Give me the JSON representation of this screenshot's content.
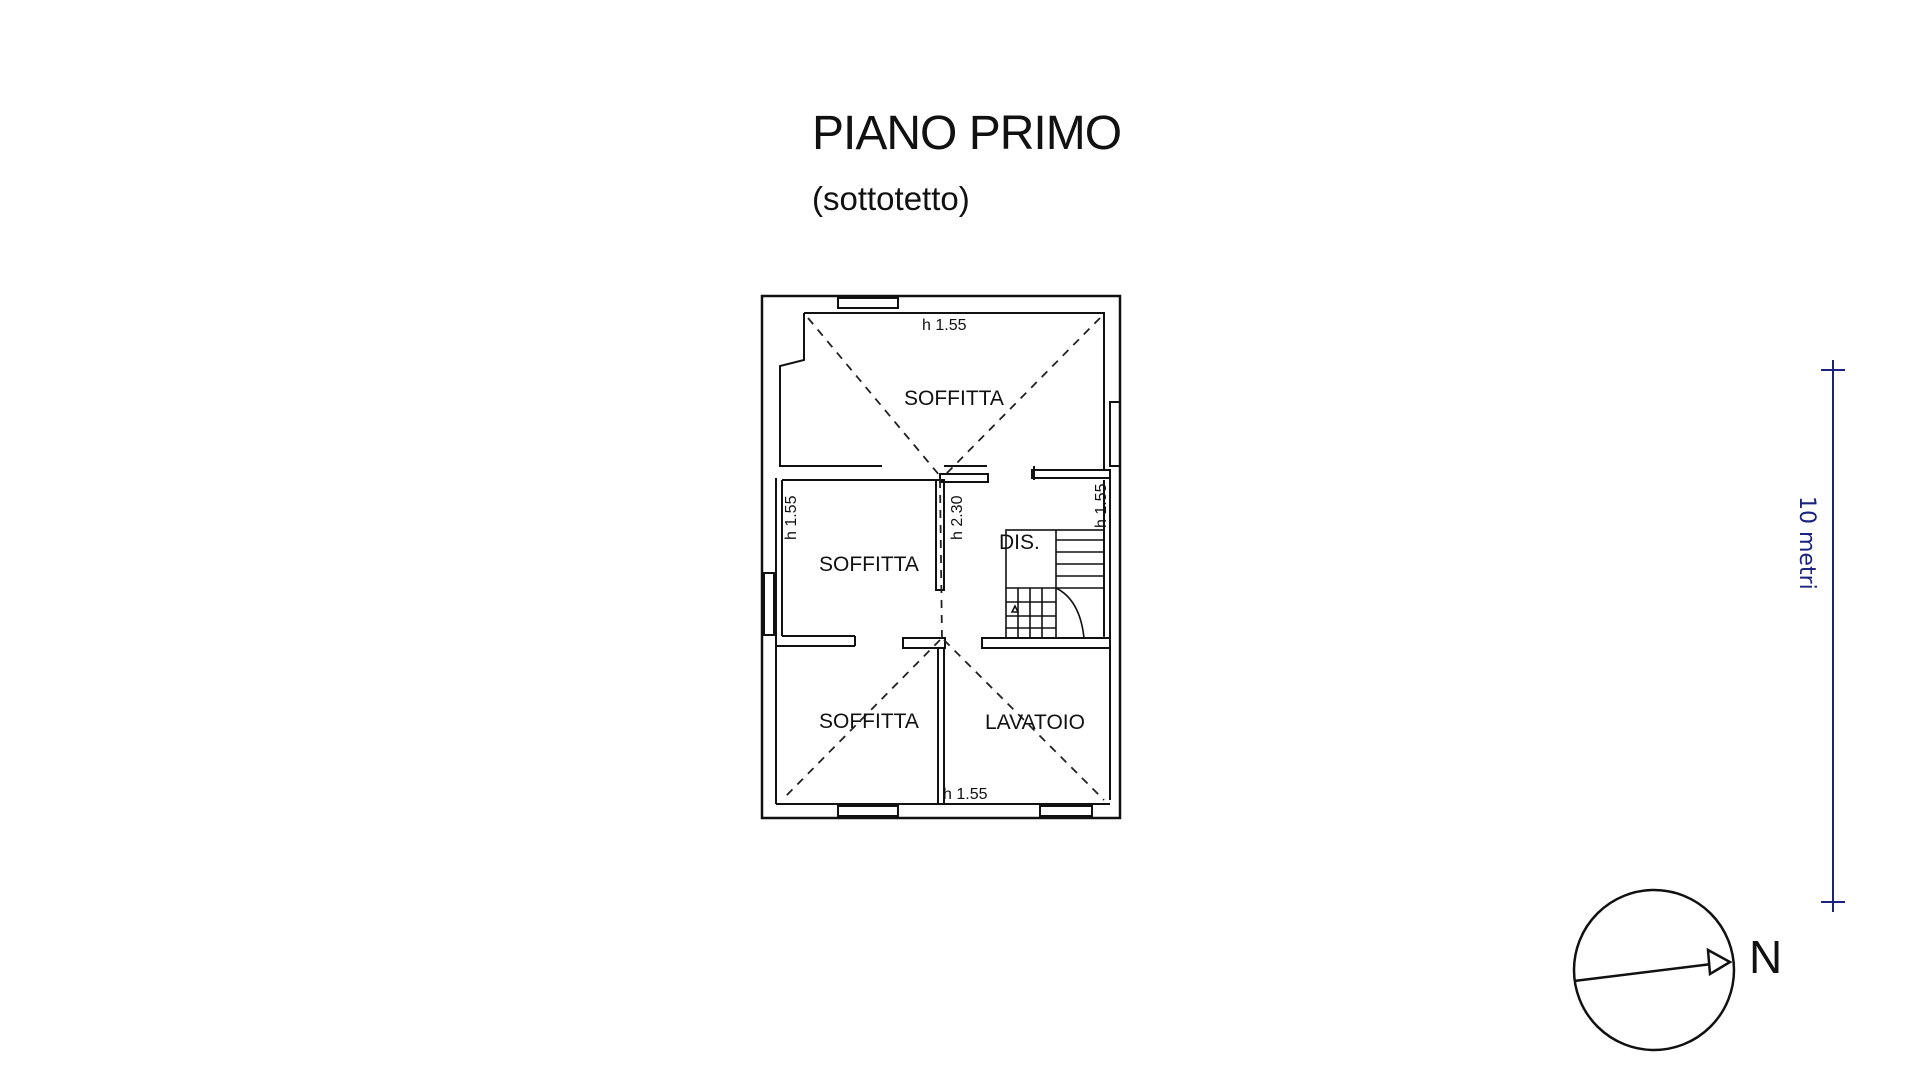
{
  "title": "PIANO PRIMO",
  "subtitle": "(sottotetto)",
  "rooms": {
    "soffitta_top": "SOFFITTA",
    "soffitta_left": "SOFFITTA",
    "soffitta_bottom": "SOFFITTA",
    "dis": "DIS.",
    "lavatoio": "LAVATOIO"
  },
  "heights": {
    "top": "h 1.55",
    "left": "h 1.55",
    "corridor": "h 2.30",
    "right": "h 1.55",
    "bottom": "h 1.55"
  },
  "scale_bar": {
    "label": "10 metri",
    "color": "#1a237e"
  },
  "north_arrow": {
    "label": "N"
  }
}
